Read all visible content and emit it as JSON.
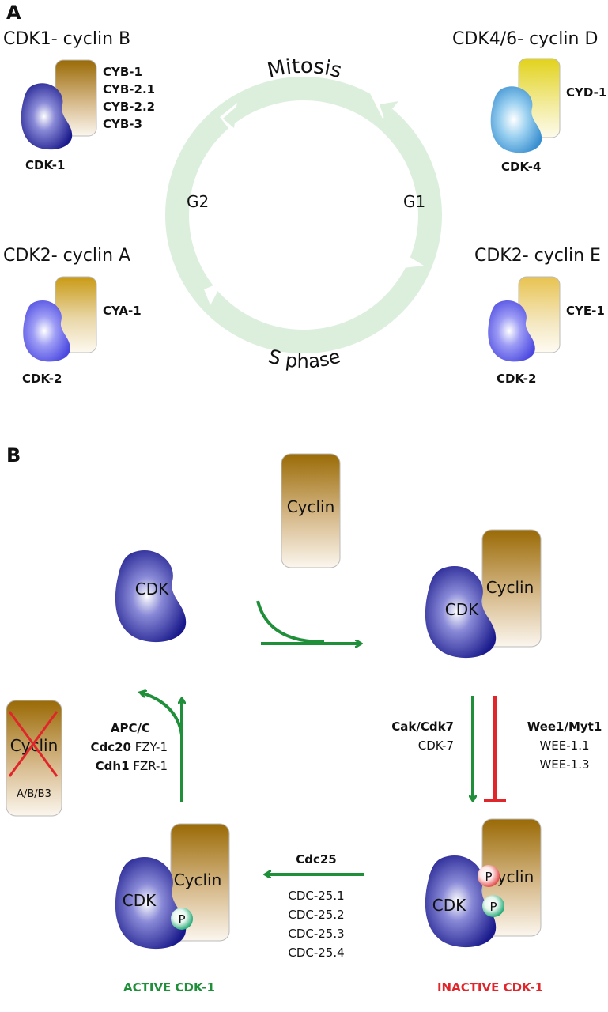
{
  "panel_a": {
    "label": "A",
    "complexes": [
      {
        "title": "CDK1- cyclin B",
        "cdk": "CDK-1",
        "cyclins": [
          "CYB-1",
          "CYB-2.1",
          "CYB-2.2",
          "CYB-3"
        ]
      },
      {
        "title": "CDK4/6- cyclin D",
        "cdk": "CDK-4",
        "cyclins": [
          "CYD-1"
        ]
      },
      {
        "title": "CDK2- cyclin A",
        "cdk": "CDK-2",
        "cyclins": [
          "CYA-1"
        ]
      },
      {
        "title": "CDK2- cyclin E",
        "cdk": "CDK-2",
        "cyclins": [
          "CYE-1"
        ]
      }
    ],
    "phases": {
      "mitosis": "Mitosis",
      "g1": "G1",
      "s": "S phase",
      "g2": "G2"
    }
  },
  "panel_b": {
    "label": "B",
    "cdk": "CDK",
    "cyclin": "Cyclin",
    "phospho": "P",
    "degraded_sub": "A/B/B3",
    "apc": {
      "line1": "APC/C",
      "line2_bold": "Cdc20",
      "line2": "FZY-1",
      "line3_bold": "Cdh1",
      "line3": "FZR-1"
    },
    "cak": {
      "bold": "Cak/Cdk7",
      "sub": "CDK-7"
    },
    "wee": {
      "bold": "Wee1/Myt1",
      "subs": [
        "WEE-1.1",
        "WEE-1.3"
      ]
    },
    "cdc25": {
      "bold": "Cdc25",
      "subs": [
        "CDC-25.1",
        "CDC-25.2",
        "CDC-25.3",
        "CDC-25.4"
      ]
    },
    "active_label": "ACTIVE CDK-1",
    "inactive_label": "INACTIVE CDK-1"
  },
  "colors": {
    "green": "#1f8f3a",
    "red": "#e0262b",
    "cycle": "#dcefdc",
    "cdk_dark": "#1a1a8c",
    "cyclin_brown": "#a0700f"
  }
}
